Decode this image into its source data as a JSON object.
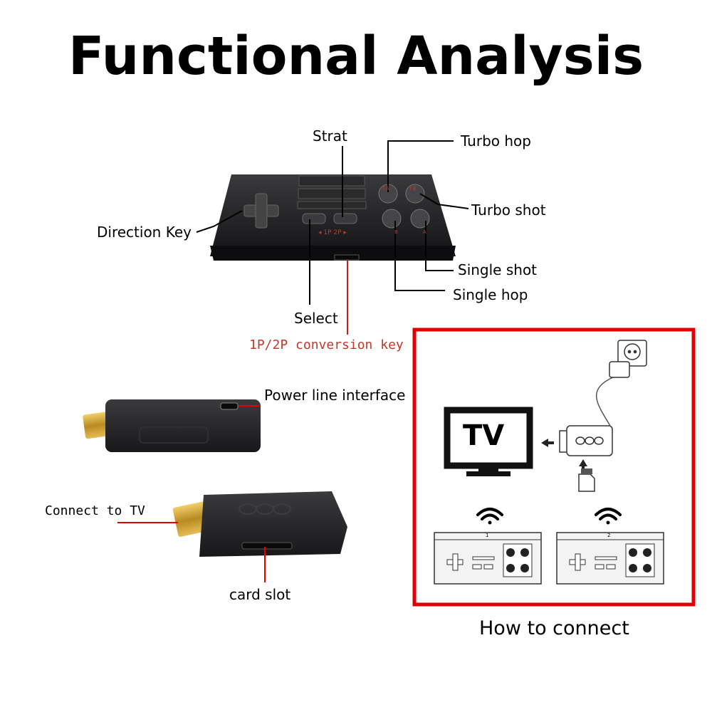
{
  "title": "Functional Analysis",
  "controller": {
    "labels": {
      "start": "Strat",
      "turbo_hop": "Turbo hop",
      "turbo_shot": "Turbo shot",
      "direction_key": "Direction Key",
      "single_shot": "Single shot",
      "single_hop": "Single hop",
      "select": "Select",
      "conversion_key": "1P/2P conversion key"
    },
    "button_marks": {
      "tl": "T-A",
      "tr": "T-B",
      "bl": "B",
      "br": "A"
    },
    "player_switch": "◂ 1P  2P ▸"
  },
  "dongle_top": {
    "power_label": "Power line interface"
  },
  "dongle_bottom": {
    "tv_label": "Connect to TV",
    "card_label": "card slot"
  },
  "connect_box": {
    "tv_text": "TV",
    "pad1_number": "1",
    "pad2_number": "2",
    "caption": "How to connect"
  },
  "colors": {
    "accent_red": "#e00000",
    "label_red": "#c0392b",
    "device": "#1c1c1e"
  }
}
